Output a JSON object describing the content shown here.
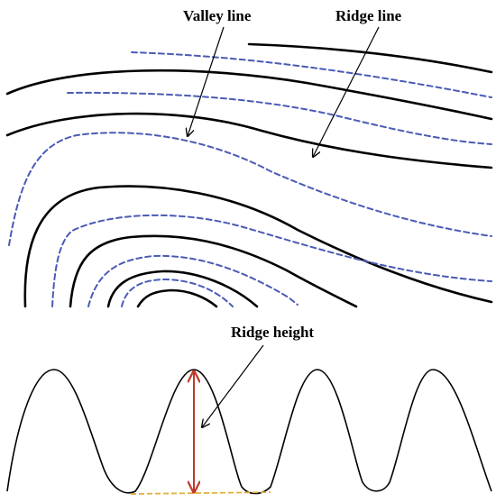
{
  "labels": {
    "valley": "Valley line",
    "ridge": "Ridge line",
    "height": "Ridge height"
  },
  "colors": {
    "ridge_line": "#000000",
    "valley_line": "#4a5bb5",
    "height_arrow": "#c0392b",
    "baseline": "#e2b13c"
  }
}
